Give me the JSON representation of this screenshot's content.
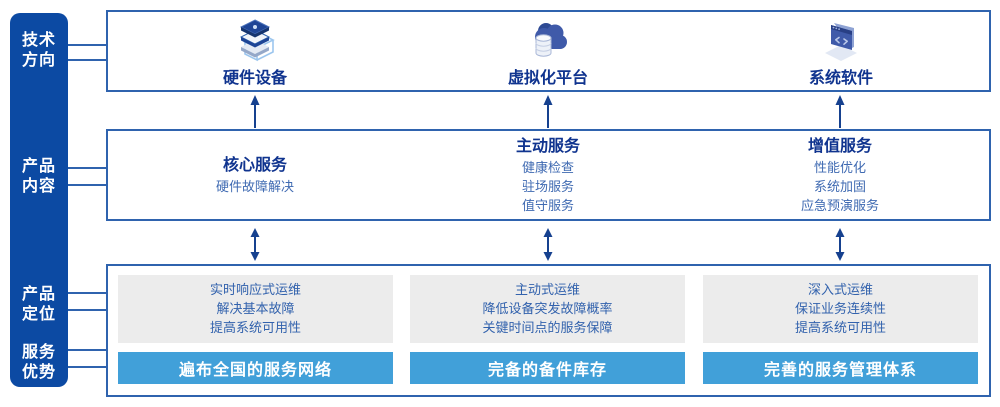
{
  "colors": {
    "rail_blue": "#0C4AA3",
    "border_blue": "#2F63AE",
    "heading_navy": "#10348F",
    "body_blue": "#3F6AB2",
    "advantage_light_blue": "#41A0D9",
    "card_gray": "#ECECEC",
    "arrow_navy": "#16418F"
  },
  "rail": {
    "items": [
      {
        "label": "技术方向",
        "line1": "技术",
        "line2": "方向"
      },
      {
        "label": "产品内容",
        "line1": "产品",
        "line2": "内容"
      },
      {
        "label": "产品定位",
        "line1": "产品",
        "line2": "定位"
      },
      {
        "label": "服务优势",
        "line1": "服务",
        "line2": "优势"
      }
    ]
  },
  "tech_row": {
    "items": [
      {
        "icon": "server-stack-icon",
        "label": "硬件设备"
      },
      {
        "icon": "cloud-database-icon",
        "label": "虚拟化平台"
      },
      {
        "icon": "code-window-icon",
        "label": "系统软件"
      }
    ]
  },
  "content_row": {
    "columns": [
      {
        "title": "核心服务",
        "items": [
          "硬件故障解决"
        ]
      },
      {
        "title": "主动服务",
        "items": [
          "健康检查",
          "驻场服务",
          "值守服务"
        ]
      },
      {
        "title": "增值服务",
        "items": [
          "性能优化",
          "系统加固",
          "应急预演服务"
        ]
      }
    ]
  },
  "bottom_row": {
    "columns": [
      {
        "positioning": [
          "实时响应式运维",
          "解决基本故障",
          "提高系统可用性"
        ],
        "advantage": "遍布全国的服务网络"
      },
      {
        "positioning": [
          "主动式运维",
          "降低设备突发故障概率",
          "关键时间点的服务保障"
        ],
        "advantage": "完备的备件库存"
      },
      {
        "positioning": [
          "深入式运维",
          "保证业务连续性",
          "提高系统可用性"
        ],
        "advantage": "完善的服务管理体系"
      }
    ]
  }
}
